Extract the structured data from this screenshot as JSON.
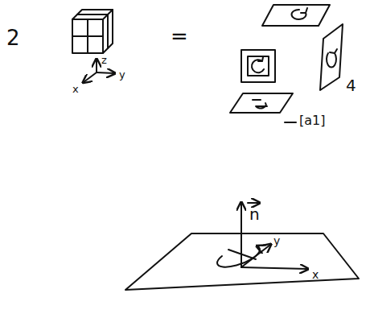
{
  "diagram": {
    "labels": [
      "2",
      "z",
      "x",
      "y",
      "=",
      "4",
      "[a1]",
      "n",
      "y",
      "x"
    ]
  }
}
